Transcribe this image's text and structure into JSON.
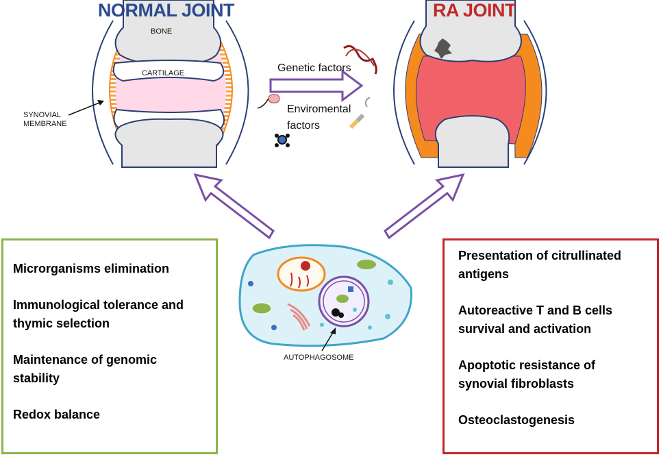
{
  "colors": {
    "normal_title": "#2b4a8f",
    "ra_title": "#c0282a",
    "normal_box_border": "#8db34b",
    "ra_box_border": "#c0282a",
    "arrow_purple": "#7a4fa6",
    "synovial_normal": "#ffd9e8",
    "synovial_ra": "#f06267",
    "membrane_orange": "#f58a1f"
  },
  "normal_joint": {
    "title": "NORMAL JOINT",
    "bone_label": "BONE",
    "cartilage_label": "CARTILAGE",
    "membrane_label": "SYNOVIAL\nMEMBRANE"
  },
  "ra_joint": {
    "title": "RA JOINT"
  },
  "factors": {
    "genetic": "Genetic factors",
    "environmental": "Enviromental\nfactors"
  },
  "cell": {
    "autophagosome_label": "AUTOPHAGOSOME"
  },
  "normal_box": {
    "items": [
      "Microrganisms  elimination",
      "Immunological tolerance and\nthymic selection",
      "Maintenance of genomic\nstability",
      "Redox balance"
    ]
  },
  "ra_box": {
    "items": [
      "Presentation of citrullinated\nantigens",
      "Autoreactive T and B cells\nsurvival and activation",
      "Apoptotic resistance of\nsynovial fibroblasts",
      "Osteoclastogenesis"
    ]
  }
}
